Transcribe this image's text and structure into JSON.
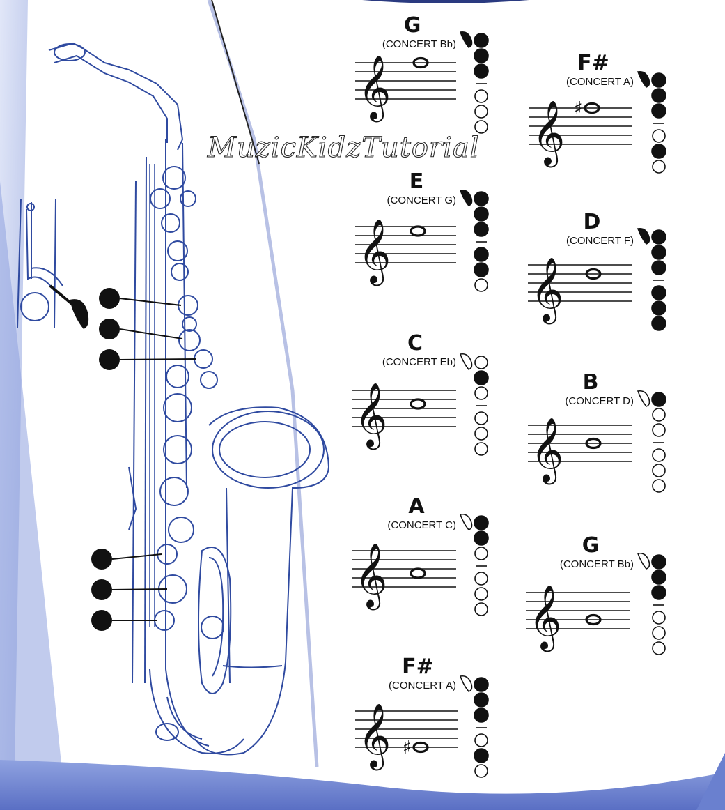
{
  "watermark": "MuzicKidzTutorial",
  "colors": {
    "frame": "#7f95d8",
    "frame_dark": "#4f5fb0",
    "outline": "#2f4aa0",
    "ink": "#111111"
  },
  "notes": [
    {
      "name": "G",
      "concert": "(CONCERT Bb)",
      "octave_key_filled": true,
      "sharp": false,
      "keys": [
        1,
        1,
        1,
        0,
        0,
        0
      ]
    },
    {
      "name": "E",
      "concert": "(CONCERT G)",
      "octave_key_filled": true,
      "sharp": false,
      "keys": [
        1,
        1,
        1,
        1,
        1,
        0
      ]
    },
    {
      "name": "C",
      "concert": "(CONCERT Eb)",
      "octave_key_filled": false,
      "sharp": false,
      "keys": [
        0,
        1,
        0,
        0,
        0,
        0
      ]
    },
    {
      "name": "A",
      "concert": "(CONCERT C)",
      "octave_key_filled": false,
      "sharp": false,
      "keys": [
        1,
        1,
        0,
        0,
        0,
        0
      ]
    },
    {
      "name": "F#",
      "concert": "(CONCERT A)",
      "octave_key_filled": false,
      "sharp": true,
      "keys": [
        1,
        1,
        1,
        0,
        1,
        0
      ]
    },
    {
      "name": "F#",
      "concert": "(CONCERT A)",
      "octave_key_filled": true,
      "sharp": true,
      "keys": [
        1,
        1,
        1,
        0,
        1,
        0
      ]
    },
    {
      "name": "D",
      "concert": "(CONCERT F)",
      "octave_key_filled": true,
      "sharp": false,
      "keys": [
        1,
        1,
        1,
        1,
        1,
        1
      ]
    },
    {
      "name": "B",
      "concert": "(CONCERT D)",
      "octave_key_filled": false,
      "sharp": false,
      "keys": [
        1,
        0,
        0,
        0,
        0,
        0
      ]
    },
    {
      "name": "G",
      "concert": "(CONCERT Bb)",
      "octave_key_filled": false,
      "sharp": false,
      "keys": [
        1,
        1,
        1,
        0,
        0,
        0
      ]
    }
  ]
}
